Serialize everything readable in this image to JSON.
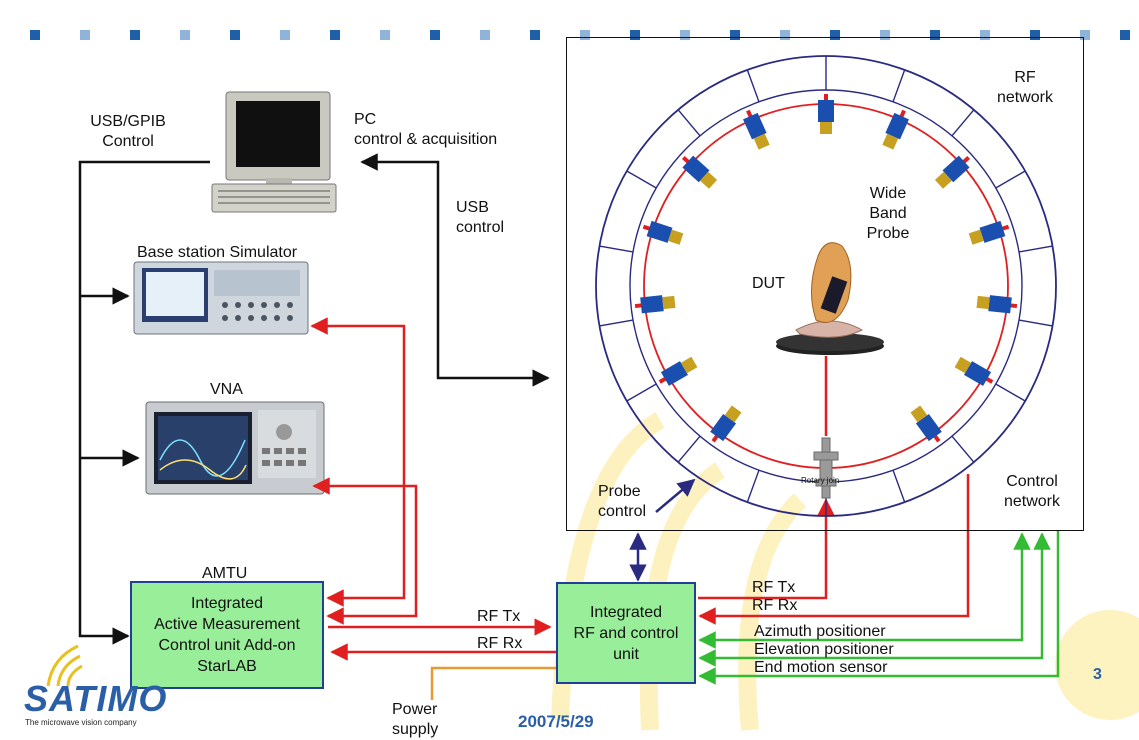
{
  "colors": {
    "accent_blue": "#1f5fa8",
    "red_line": "#e02020",
    "green_line": "#33bb33",
    "box_fill": "#99ee99",
    "box_border": "#1f3f99",
    "probe_blue": "#1a4fb0",
    "probe_gold": "#c8a020",
    "ring_navy": "#2a2a80",
    "orange_line": "#e89a30"
  },
  "labels": {
    "usb_gpib": "USB/GPIB",
    "control": "Control",
    "pc_title": "PC",
    "pc_sub": "control & acquisition",
    "usb": "USB",
    "usb_control": "control",
    "base_station": "Base station Simulator",
    "vna": "VNA",
    "amtu": "AMTU",
    "rf_network_1": "RF",
    "rf_network_2": "network",
    "wide": "Wide",
    "band": "Band",
    "probe": "Probe",
    "dut": "DUT",
    "rotary": "Rotary join",
    "probe_control_1": "Probe",
    "probe_control_2": "control",
    "control_network_1": "Control",
    "control_network_2": "network",
    "rf_tx_left": "RF Tx",
    "rf_rx_left": "RF Rx",
    "rf_tx_right": "RF Tx",
    "rf_rx_right": "RF Rx",
    "azimuth": "Azimuth positioner",
    "elevation": "Elevation positioner",
    "end_motion": "End motion sensor",
    "power_1": "Power",
    "power_2": "supply"
  },
  "boxes": {
    "amtu_l1": "Integrated",
    "amtu_l2": "Active Measurement",
    "amtu_l3": "Control unit Add-on",
    "amtu_l4": "StarLAB",
    "rfc_l1": "Integrated",
    "rfc_l2": "RF and control",
    "rfc_l3": "unit"
  },
  "footer": {
    "logo": "SATIMO",
    "tagline": "The microwave vision company",
    "date": "2007/5/29",
    "page": "3"
  }
}
